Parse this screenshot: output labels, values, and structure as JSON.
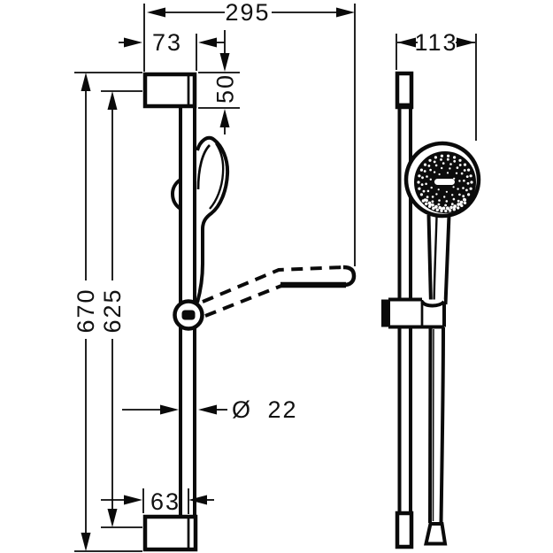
{
  "drawing": {
    "type": "technical-dimension-drawing",
    "subject": "shower slide bar set with hand shower and hose",
    "background_color": "#ffffff",
    "line_color": "#0a0a0a",
    "views": {
      "left": "side view of wall bar with brackets, slider and dashed hand shower",
      "right": "front view of wall bar with hand shower head and hose"
    },
    "dimensions": {
      "reach": "295",
      "top_bracket_depth": "73",
      "bracket_height": "50",
      "bar_length": "670",
      "drill_distance": "625",
      "bar_diameter": "Ø 22",
      "bottom_bracket_depth": "63",
      "front_width": "113"
    }
  }
}
